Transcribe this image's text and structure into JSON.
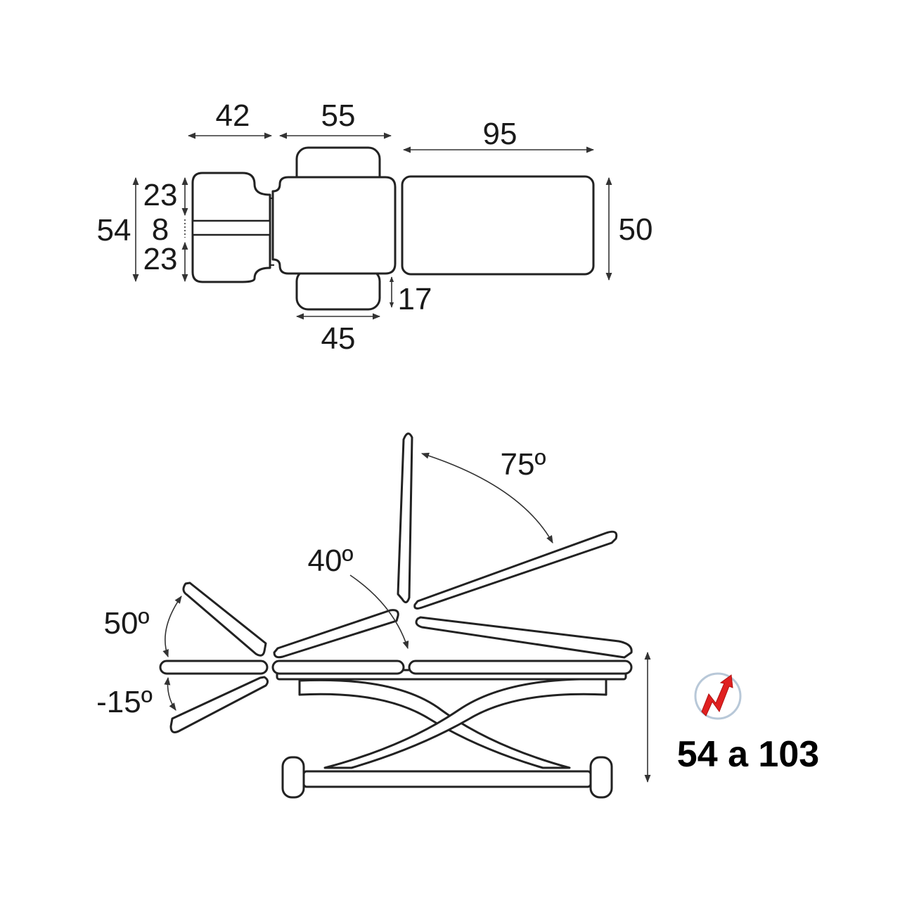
{
  "top_view": {
    "dimensions": {
      "head_width": "42",
      "back_width": "55",
      "seat_length": "95",
      "total_width": "54",
      "head_upper": "23",
      "head_gap": "8",
      "head_lower": "23",
      "seat_width": "50",
      "armrest_depth": "17",
      "armrest_length": "45"
    }
  },
  "side_view": {
    "angles": {
      "back_max": "75º",
      "seat_tilt": "40º",
      "head_up": "50º",
      "head_down": "-15º"
    },
    "height_range": "54 a 103",
    "height_icon": "electric-height-adjust-icon",
    "icon_colors": {
      "accent": "#e02020",
      "ring": "#b8c8d8"
    }
  }
}
